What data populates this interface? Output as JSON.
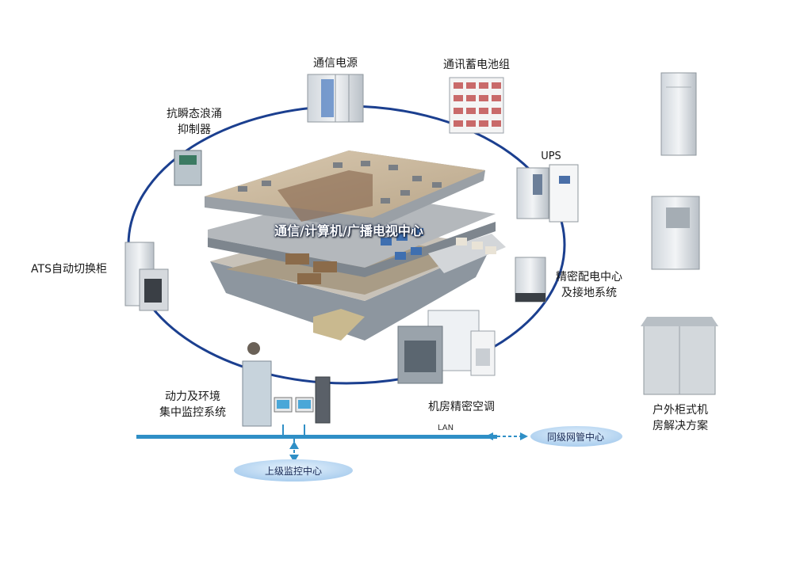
{
  "center_title": "通信/计算机/广播电视中心",
  "nodes": {
    "power_supply": "通信电源",
    "battery": "通讯蓄电池组",
    "ups": "UPS",
    "surge": [
      "抗瞬态浪涌",
      "抑制器"
    ],
    "ats": "ATS自动切换柜",
    "distribution": [
      "精密配电中心",
      "及接地系统"
    ],
    "aircon": "机房精密空调",
    "monitoring": [
      "动力及环境",
      "集中监控系统"
    ],
    "outdoor": [
      "户外柜式机",
      "房解决方案"
    ]
  },
  "network": {
    "lan": "LAN",
    "peer_center": "同级网管中心",
    "upper_center": "上级监控中心"
  },
  "colors": {
    "ring": "#1b3f8f",
    "lan_bar": "#2f8fc6",
    "bubble": "#bcd9f3"
  }
}
